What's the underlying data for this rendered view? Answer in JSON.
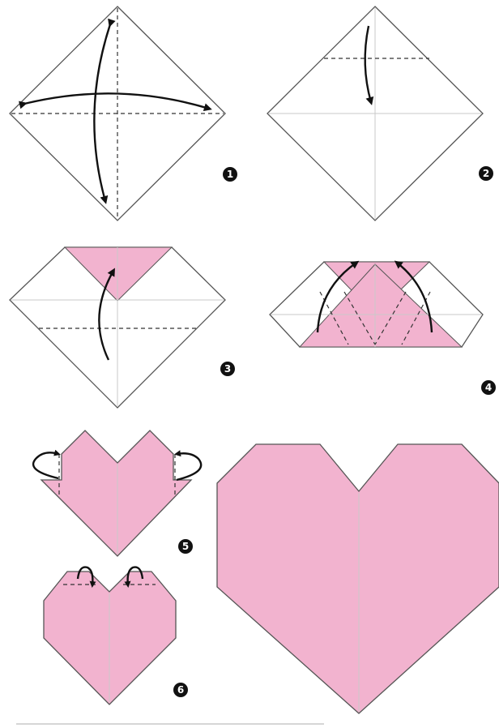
{
  "colors": {
    "paper_white": "#ffffff",
    "paper_pink": "#f2b3cf",
    "pink_dark": "#e89dbf",
    "outline": "#555555",
    "arrow": "#111111"
  },
  "steps": [
    {
      "number": "1"
    },
    {
      "number": "2"
    },
    {
      "number": "3"
    },
    {
      "number": "4"
    },
    {
      "number": "5"
    },
    {
      "number": "6"
    }
  ]
}
